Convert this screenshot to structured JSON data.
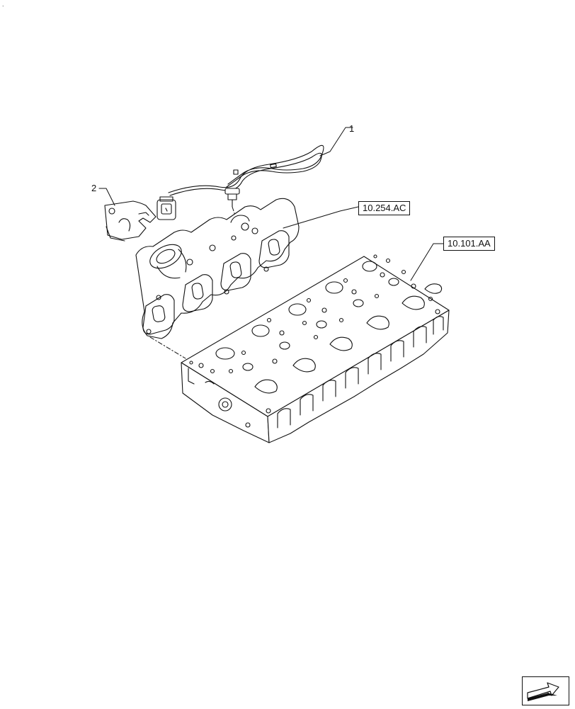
{
  "callouts": {
    "item_1": "1",
    "item_2": "2"
  },
  "references": {
    "manifold_ref": "10.254.AC",
    "head_ref": "10.101.AA"
  },
  "corner_mark": ".",
  "icons": {
    "next_page": "arrow-next-icon"
  }
}
